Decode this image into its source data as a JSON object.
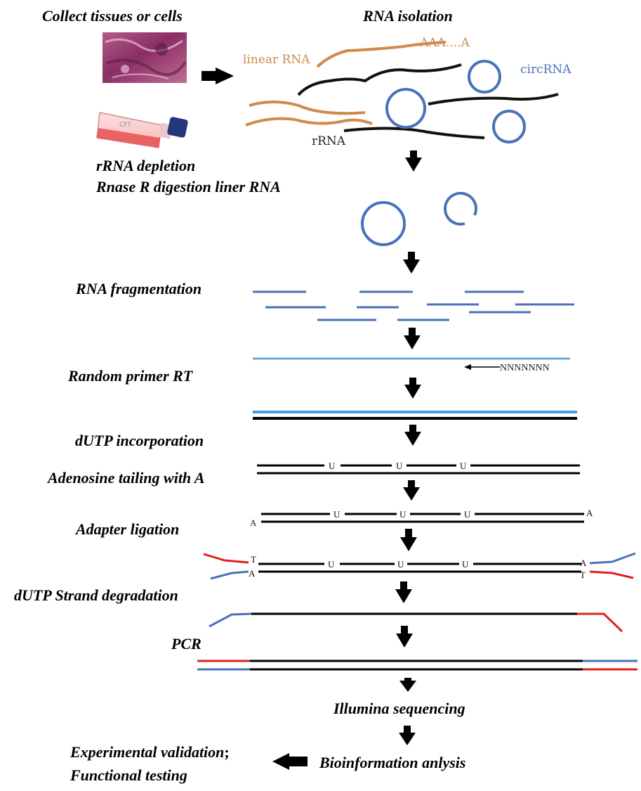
{
  "steps": {
    "collect": "Collect tissues or cells",
    "isolation": "RNA isolation",
    "depletion": "rRNA depletion",
    "digestion": "Rnase R digestion liner RNA",
    "fragmentation": "RNA fragmentation",
    "random_primer": "Random primer RT",
    "dutp": "dUTP incorporation",
    "adenosine": "Adenosine tailing with A",
    "adapter": "Adapter ligation",
    "degradation": "dUTP Strand degradation",
    "pcr": "PCR",
    "illumina": "Illumina sequencing",
    "bioinfo": "Bioinformation anlysis",
    "validation": "Experimental validation",
    "validation_sep": ";",
    "functional": "Functional testing"
  },
  "labels": {
    "linear_rna": "linear RNA",
    "poly_a": "AAA....A",
    "circ_rna": "circRNA",
    "rrna": "rRNA",
    "primer": "NNNNNNN",
    "uracil": "U",
    "adenine": "A",
    "thymine": "T",
    "flask_text": "CFT"
  },
  "colors": {
    "linear_rna": "#d08a4c",
    "circ_rna": "#4a72b8",
    "rrna": "#111111",
    "fragment": "#4a72b8",
    "template": "#6fa8d8",
    "adapter_red": "#e02020",
    "adapter_blue": "#4a72b8",
    "tissue": "#9a3c6e"
  }
}
